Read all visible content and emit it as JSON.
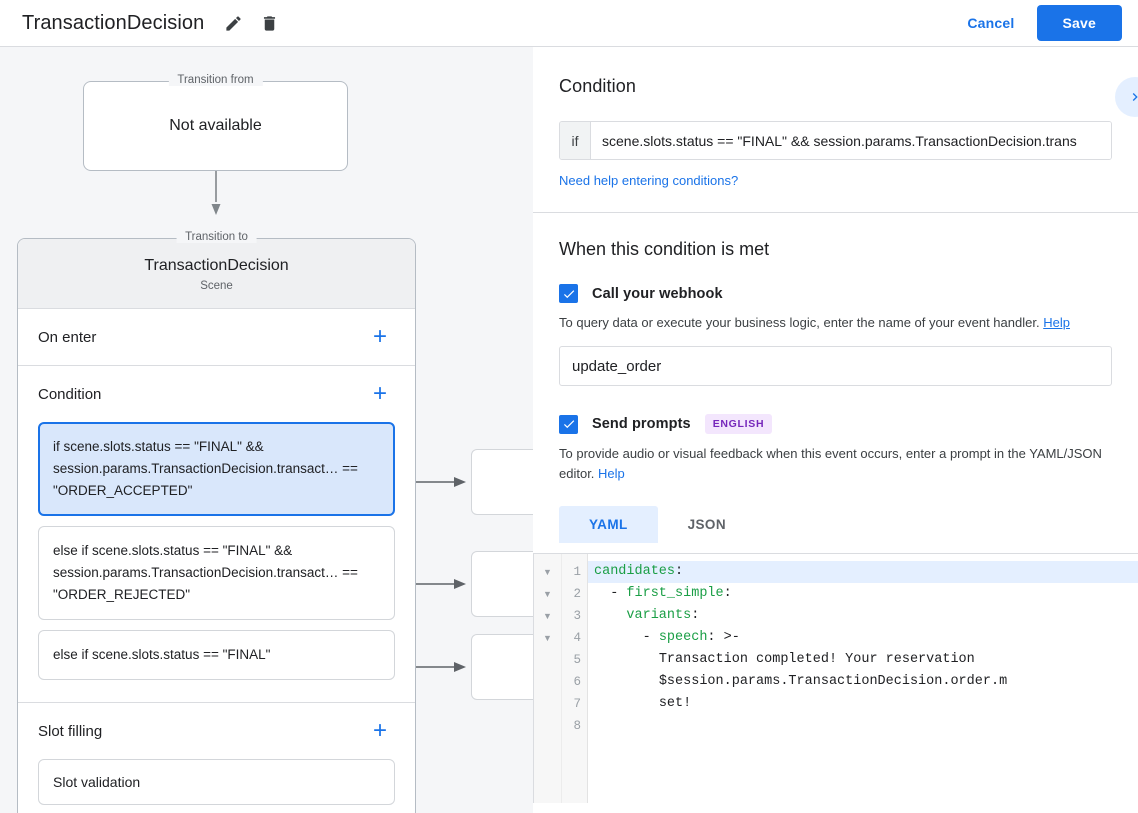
{
  "topbar": {
    "title": "TransactionDecision",
    "edit_icon": "pencil-icon",
    "delete_icon": "trash-icon",
    "cancel_label": "Cancel",
    "save_label": "Save",
    "accent_color": "#1a73e8"
  },
  "canvas": {
    "transition_from": {
      "legend": "Transition from",
      "value": "Not available"
    },
    "transition_to": {
      "legend": "Transition to",
      "name": "TransactionDecision",
      "subtitle": "Scene"
    },
    "sections": [
      {
        "title": "On enter",
        "add_label": "+"
      },
      {
        "title": "Condition",
        "add_label": "+"
      },
      {
        "title": "Slot filling",
        "add_label": "+"
      }
    ],
    "conditions": [
      {
        "text": "if scene.slots.status == \"FINAL\" && session.params.TransactionDecision.transact… == \"ORDER_ACCEPTED\"",
        "selected": true
      },
      {
        "text": "else if scene.slots.status == \"FINAL\" && session.params.TransactionDecision.transact… == \"ORDER_REJECTED\"",
        "selected": false
      },
      {
        "text": "else if scene.slots.status == \"FINAL\"",
        "selected": false
      }
    ],
    "slot_filling": [
      {
        "text": "Slot validation"
      }
    ]
  },
  "panel": {
    "condition_heading": "Condition",
    "collapse_icon": "chevron-right-icon",
    "if_label": "if",
    "if_value": "scene.slots.status == \"FINAL\" && session.params.TransactionDecision.trans",
    "help_link": "Need help entering conditions?",
    "when_met_heading": "When this condition is met",
    "webhook": {
      "checked": true,
      "label": "Call your webhook",
      "description": "To query data or execute your business logic, enter the name of your event handler.",
      "help_label": "Help",
      "value": "update_order",
      "placeholder": ""
    },
    "prompts": {
      "checked": true,
      "label": "Send prompts",
      "badge": "ENGLISH",
      "description": "To provide audio or visual feedback when this event occurs, enter a prompt in the YAML/JSON editor.",
      "help_label": "Help"
    },
    "tabs": [
      {
        "label": "YAML",
        "active": true
      },
      {
        "label": "JSON",
        "active": false
      }
    ],
    "editor": {
      "lines": [
        {
          "n": "1",
          "fold": true,
          "highlight": true,
          "key": "candidates",
          "indent": 0,
          "dash": false,
          "value": ""
        },
        {
          "n": "2",
          "fold": true,
          "highlight": false,
          "key": "first_simple",
          "indent": 2,
          "dash": true,
          "value": ""
        },
        {
          "n": "3",
          "fold": true,
          "highlight": false,
          "key": "variants",
          "indent": 4,
          "dash": false,
          "value": ""
        },
        {
          "n": "4",
          "fold": true,
          "highlight": false,
          "key": "speech",
          "indent": 6,
          "dash": true,
          "value": " >-"
        },
        {
          "n": "5",
          "fold": false,
          "highlight": false,
          "key": "",
          "indent": 8,
          "dash": false,
          "value": "Transaction completed! Your reservation"
        },
        {
          "n": "6",
          "fold": false,
          "highlight": false,
          "key": "",
          "indent": 8,
          "dash": false,
          "value": "$session.params.TransactionDecision.order.m"
        },
        {
          "n": "7",
          "fold": false,
          "highlight": false,
          "key": "",
          "indent": 8,
          "dash": false,
          "value": "set!"
        },
        {
          "n": "8",
          "fold": false,
          "highlight": false,
          "key": "",
          "indent": 0,
          "dash": false,
          "value": ""
        }
      ]
    }
  }
}
